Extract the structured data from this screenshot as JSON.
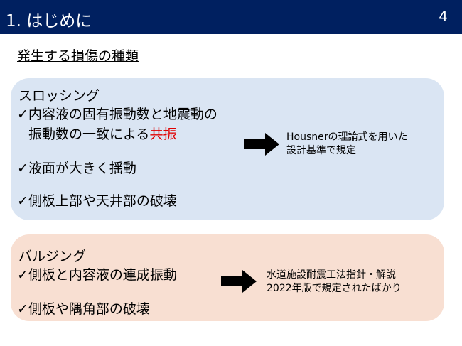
{
  "header": {
    "title": "1. はじめに",
    "page_number": "4"
  },
  "subtitle": "発生する損傷の種類",
  "sloshing": {
    "heading": "スロッシング",
    "items": [
      {
        "check": "✓",
        "text": "内容液の固有振動数と地震動の"
      },
      {
        "check": "",
        "text": "振動数の一致による",
        "highlight": "共振"
      },
      {
        "check": "✓",
        "text": "液面が大きく揺動"
      },
      {
        "check": "✓",
        "text": "側板上部や天井部の破壊"
      }
    ],
    "note": [
      "Housnerの理論式を用いた",
      "設計基準で規定"
    ]
  },
  "bulging": {
    "heading": "バルジング",
    "items": [
      {
        "check": "✓",
        "text": "側板と内容液の連成振動"
      },
      {
        "check": "✓",
        "text": "側板や隅角部の破壊"
      }
    ],
    "note": [
      "水道施設耐震工法指針・解説",
      "2022年版で規定されたばかり"
    ]
  },
  "colors": {
    "header": "#002060",
    "highlight": "#e00000",
    "blue_box": "#dae5f3",
    "peach_box": "#f8dfd2"
  }
}
